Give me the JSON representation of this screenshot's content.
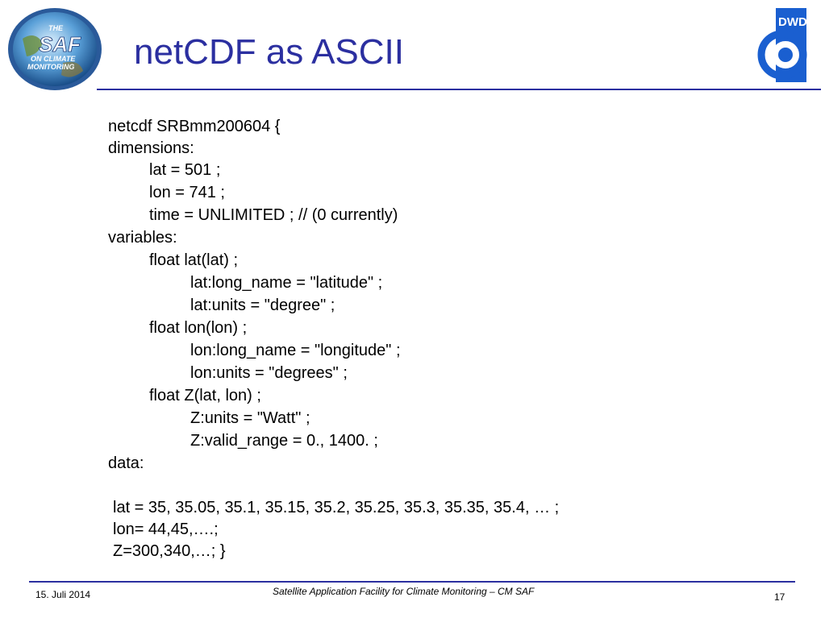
{
  "header": {
    "title": "netCDF as ASCII",
    "left_logo": {
      "name": "saf-on-climate-monitoring-logo",
      "text_top": "THE",
      "text_main": "SAF",
      "text_sub1": "ON CLIMATE",
      "text_sub2": "MONITORING"
    },
    "right_logo": {
      "name": "dwd-logo",
      "text": "DWD"
    }
  },
  "content": {
    "lines": [
      "netcdf SRBmm200604 {",
      "dimensions:",
      "lat = 501 ;",
      "lon = 741 ;",
      "time = UNLIMITED ; // (0 currently)",
      "variables:",
      "float lat(lat) ;",
      "lat:long_name = \"latitude\" ;",
      "lat:units = \"degree\" ;",
      "float lon(lon) ;",
      "lon:long_name = \"longitude\" ;",
      "lon:units = \"degrees\" ;",
      "float Z(lat, lon) ;",
      "Z:units = \"Watt\" ;",
      "Z:valid_range = 0., 1400. ;",
      "data:",
      "lat = 35, 35.05, 35.1, 35.15, 35.2, 35.25, 35.3, 35.35, 35.4, … ;",
      "lon= 44,45,….;",
      "Z=300,340,…; }"
    ]
  },
  "footer": {
    "date": "15. Juli 2014",
    "center": "Satellite Application Facility for Climate Monitoring – CM SAF",
    "page_number": "17"
  },
  "colors": {
    "title": "#2b2fa0",
    "rule": "#2b2fa0",
    "dwd_blue": "#1a5fd0"
  }
}
